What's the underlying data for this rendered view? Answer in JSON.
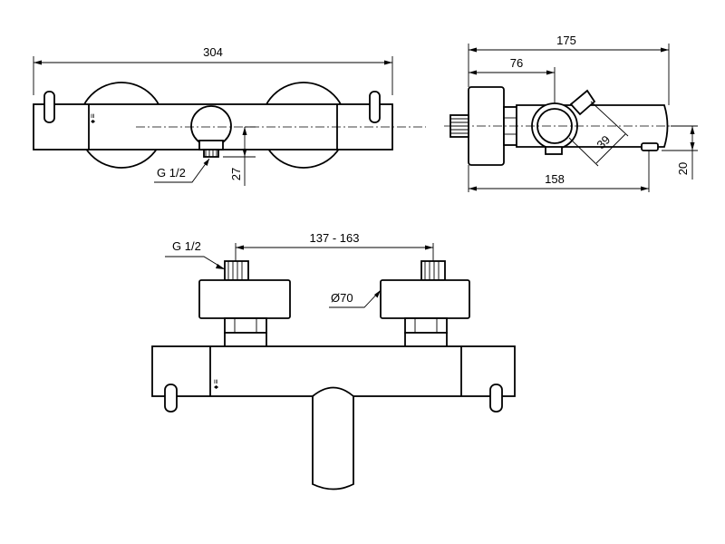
{
  "dimensions": {
    "top_width": "304",
    "top_height": "27",
    "top_thread": "G 1/2",
    "side_total": "175",
    "side_partial": "76",
    "side_bottom": "158",
    "side_diag": "39",
    "side_height": "20",
    "front_thread": "G 1/2",
    "front_spacing": "137 - 163",
    "front_diameter": "Ø70"
  },
  "markings": {
    "scale_glyph": "≡♦"
  }
}
